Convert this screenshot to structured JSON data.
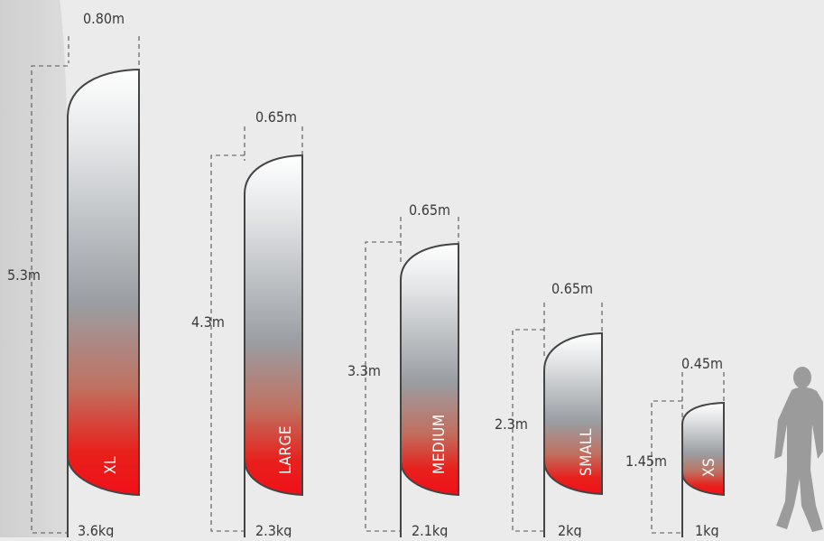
{
  "flags": [
    {
      "size": "XL",
      "height": "5.3m",
      "width": "0.80m",
      "weight": "3.6kg"
    },
    {
      "size": "LARGE",
      "height": "4.3m",
      "width": "0.65m",
      "weight": "2.3kg"
    },
    {
      "size": "MEDIUM",
      "height": "3.3m",
      "width": "0.65m",
      "weight": "2.1kg"
    },
    {
      "size": "SMALL",
      "height": "2.3m",
      "width": "0.65m",
      "weight": "2kg"
    },
    {
      "size": "XS",
      "height": "1.45m",
      "width": "0.45m",
      "weight": "1kg"
    }
  ],
  "colors": {
    "background": "#ebebeb",
    "backdrop": "#d6d6d6",
    "flag_top": "#ffffff",
    "flag_mid": "#9a9ea2",
    "flag_bottom": "#e8201c",
    "person": "#9b9b9b"
  },
  "icons": {
    "person": "walking-person-silhouette"
  }
}
